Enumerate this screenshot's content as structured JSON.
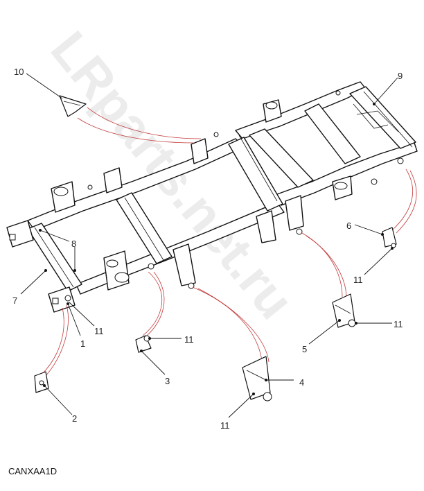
{
  "watermark": "LRparts.net.ru",
  "diagram_code": "CANXAA1D",
  "callouts": [
    {
      "id": "callout-10",
      "text": "10"
    },
    {
      "id": "callout-9",
      "text": "9"
    },
    {
      "id": "callout-8",
      "text": "8"
    },
    {
      "id": "callout-7",
      "text": "7"
    },
    {
      "id": "callout-1",
      "text": "1"
    },
    {
      "id": "callout-11-a",
      "text": "11"
    },
    {
      "id": "callout-2",
      "text": "2"
    },
    {
      "id": "callout-11-b",
      "text": "11"
    },
    {
      "id": "callout-3",
      "text": "3"
    },
    {
      "id": "callout-4",
      "text": "4"
    },
    {
      "id": "callout-11-c",
      "text": "11"
    },
    {
      "id": "callout-5",
      "text": "5"
    },
    {
      "id": "callout-11-d",
      "text": "11"
    },
    {
      "id": "callout-6",
      "text": "6"
    },
    {
      "id": "callout-11-e",
      "text": "11"
    }
  ]
}
